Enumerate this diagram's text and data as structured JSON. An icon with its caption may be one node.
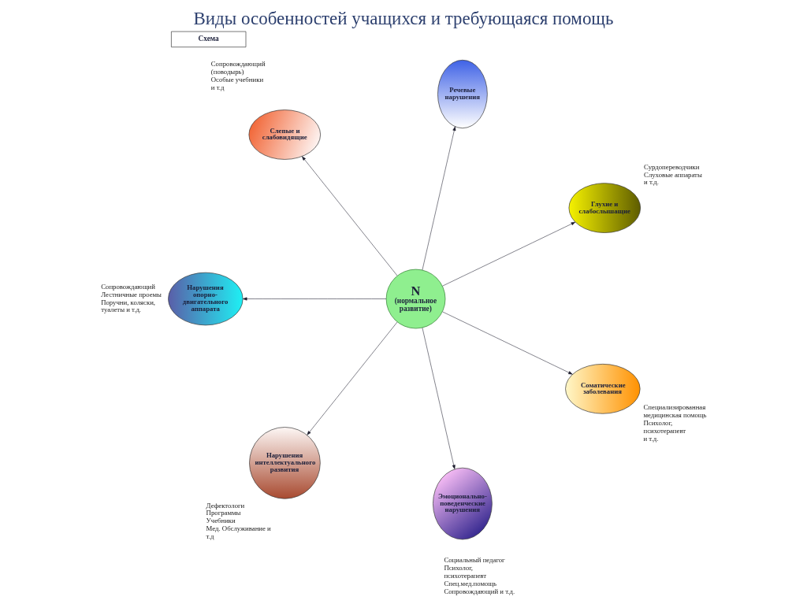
{
  "diagram": {
    "title": "Виды особенностей учащихся и требующаяся помощь",
    "nodes": [
      {
        "text": [
          "Схема"
        ]
      },
      {
        "text": [
          "Речевые нарушения"
        ]
      },
      {
        "text": [
          "Слепые и слабовидящие"
        ],
        "beside": [
          "Сопровождающий (поводырь)",
          "Особые учебники",
          "и т.д"
        ]
      },
      {
        "text": [
          "Глухие и слабослышащие"
        ],
        "beside": [
          "Сурдопереводчики",
          "Слуховые аппараты",
          "и т.д."
        ]
      },
      {
        "text": [
          "N",
          "(нормальное развитие)"
        ]
      },
      {
        "text": [
          "Нарушения опорно-двигательного аппарата"
        ],
        "beside": [
          "Сопровождающий",
          "Лестничные проемы",
          "Поручни, коляски, туалеты и т.д."
        ]
      },
      {
        "text": [
          "Соматические заболевания"
        ],
        "beside": [
          "Специализированная медицинская помощь",
          "Психолог, психотерапевт",
          "и т.д."
        ]
      },
      {
        "text": [
          "Нарушения интеллектуального развития"
        ],
        "beside": [
          "Дефектологи",
          "Программы",
          "Учебники",
          "Мед. Обслуживание и т.д"
        ]
      },
      {
        "text": [
          "Эмоционально-поведенческие нарушения"
        ],
        "beside": [
          "Социальный педагог",
          "Психолог, психотерапевт",
          "Спец.мед.помощь",
          "Сопровождающий и т.д."
        ]
      }
    ],
    "edges": [
      {
        "from": 4,
        "to": 1,
        "arrow": "to"
      },
      {
        "from": 4,
        "to": 3,
        "arrow": "to"
      },
      {
        "from": 4,
        "to": 6,
        "arrow": "to"
      },
      {
        "from": 4,
        "to": 8,
        "arrow": "to"
      },
      {
        "from": 4,
        "to": 7,
        "arrow": "to"
      },
      {
        "from": 4,
        "to": 5,
        "arrow": "to"
      },
      {
        "from": 4,
        "to": 2,
        "arrow": "to"
      }
    ]
  }
}
